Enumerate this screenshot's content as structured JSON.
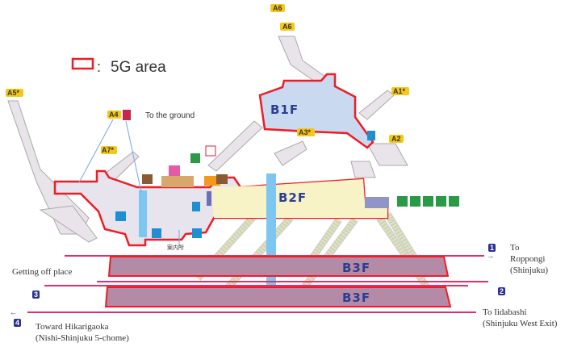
{
  "legend": {
    "label": "5G area",
    "separator": ":"
  },
  "exits": {
    "a6_top": "A6",
    "a6": "A6",
    "a1": "A1*",
    "a2": "A2",
    "a3": "A3*",
    "a4": "A4",
    "a5": "A5*",
    "a7": "A7*"
  },
  "notes": {
    "to_ground": "To the ground",
    "info": "案内所",
    "getting_off": "Getting off place"
  },
  "floors": {
    "b1f": "B1F",
    "b2f": "B2F",
    "b3f_upper": "B3F",
    "b3f_lower": "B3F"
  },
  "tracks": [
    {
      "number": "1",
      "line1": "To",
      "line2": "Roppongi",
      "line3": "(Shinjuku)"
    },
    {
      "number": "2"
    },
    {
      "number": "3"
    },
    {
      "number": "4",
      "line1": "Toward Hikarigaoka",
      "line2": "(Nishi-Shinjuku 5-chome)"
    }
  ],
  "iidabashi": {
    "line1": "To Iidabashi",
    "line2": "(Shinjuku West Exit)"
  },
  "colors": {
    "five_g": "#ee1c25",
    "b1f": "#c9d9ef",
    "b2f_lobby": "#e7e4ee",
    "b2f_yellow": "#f7f3c6",
    "b3f": "#b48aa6",
    "track": "#e0306a",
    "exit": "#f6c814",
    "number": "#2b3190"
  }
}
